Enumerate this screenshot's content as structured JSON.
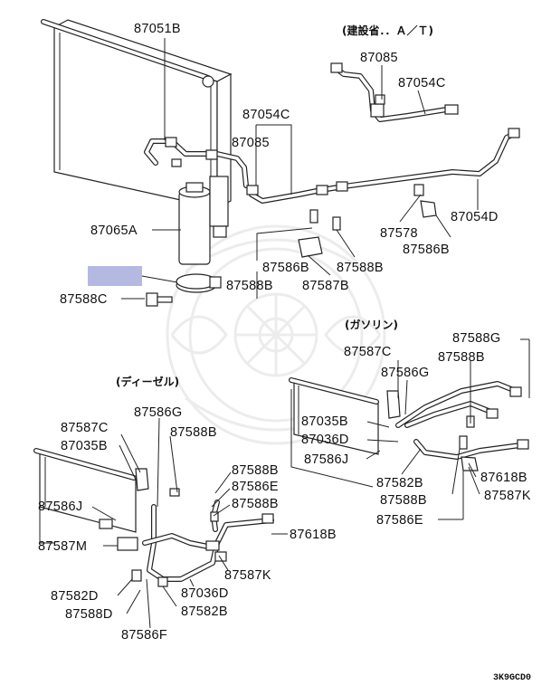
{
  "headers": {
    "at": "(建設省．．Ａ／Ｔ)",
    "gasoline": "(ガソリン)",
    "diesel": "(ディーゼル)"
  },
  "highlight_color": "#b3b9e0",
  "watermark": "seal-emblem",
  "labels": {
    "l87051B": "87051B",
    "l87085a": "87085",
    "l87054Ca": "87054C",
    "l87054Cb": "87054C",
    "l87085b": "87085",
    "l87065A": "87065A",
    "l87578": "87578",
    "l87054D": "87054D",
    "l87586Ba": "87586B",
    "l87588Ba": "87588B",
    "l87586Bb": "87586B",
    "l87588Bb": "87588B",
    "l87587B": "87587B",
    "l87588C": "87588C",
    "g87587C": "87587C",
    "g87588G": "87588G",
    "g87588B": "87588B",
    "g87586G": "87586G",
    "g87035B": "87035B",
    "g87036D": "87036D",
    "g87586J": "87586J",
    "g87582B": "87582B",
    "g87618B": "87618B",
    "g87588Bb": "87588B",
    "g87587K": "87587K",
    "g87586E": "87586E",
    "d87586G": "87586G",
    "d87587C": "87587C",
    "d87588B": "87588B",
    "d87035B": "87035B",
    "d87588Ba": "87588B",
    "d87586E": "87586E",
    "d87586J": "87586J",
    "d87588Bb": "87588B",
    "d87618B": "87618B",
    "d87587M": "87587M",
    "d87587K": "87587K",
    "d87582D": "87582D",
    "d87036D": "87036D",
    "d87588D": "87588D",
    "d87582B": "87582B",
    "d87586F": "87586F"
  },
  "diagram_code": "3K9GCD0"
}
